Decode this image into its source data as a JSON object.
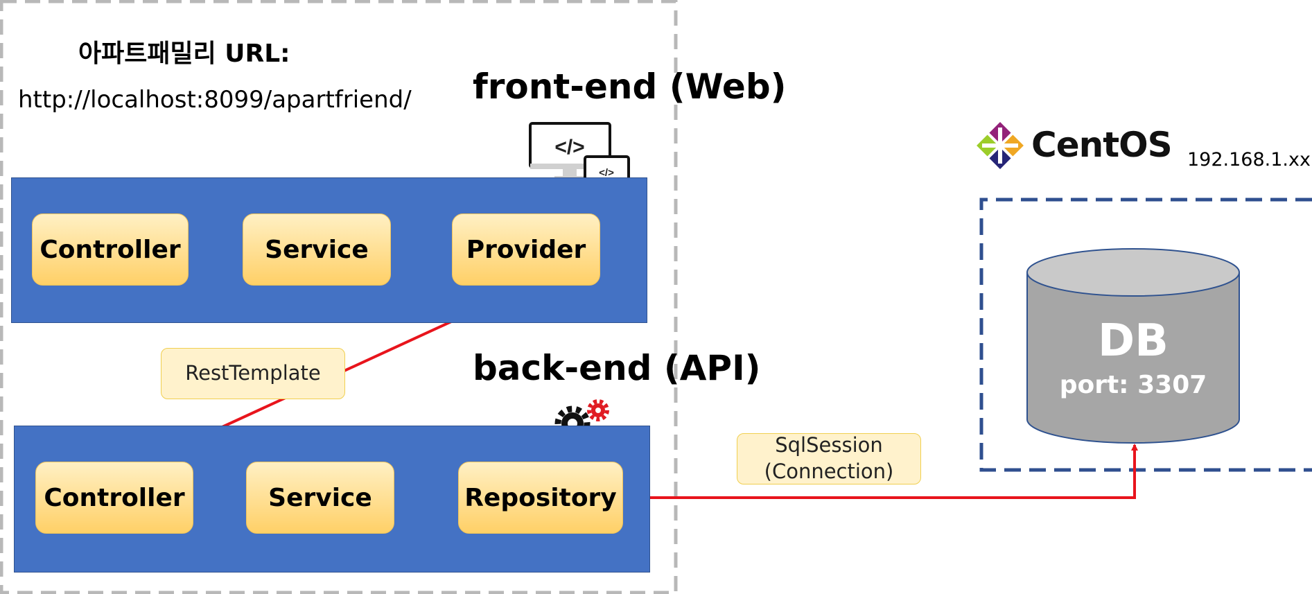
{
  "url_title": "아파트패밀리 URL:",
  "url": "http://localhost:8099/apartfriend/",
  "frontend": {
    "title": "front-end (Web)",
    "icon": "code-monitor-icon",
    "components": [
      "Controller",
      "Service",
      "Provider"
    ]
  },
  "rest_template_label": "RestTemplate",
  "backend": {
    "title": "back-end (API)",
    "icon": "gears-icon",
    "components": [
      "Controller",
      "Service",
      "Repository"
    ]
  },
  "sql_session_label": "SqlSession\n(Connection)",
  "server": {
    "os": "CentOS",
    "ip": "192.168.1.xx",
    "db_title": "DB",
    "db_port": "port: 3307"
  },
  "colors": {
    "arrow": "#e8141c",
    "box_fill": "#ffd067",
    "layer_fill": "#4472c4",
    "server_border": "#2f4f8f"
  }
}
